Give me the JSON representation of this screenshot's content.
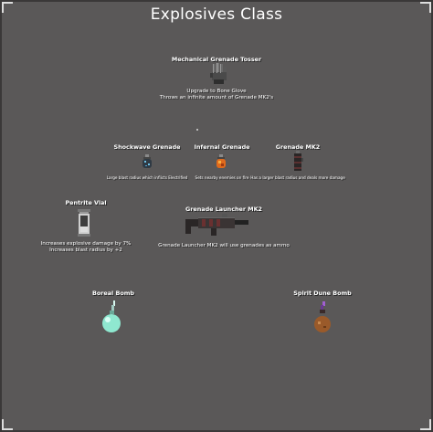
{
  "header": {
    "title": "Explosives Class"
  },
  "items": {
    "tosser": {
      "name": "Mechanical Grenade Tosser",
      "desc1": "Upgrade to Bone Glove",
      "desc2": "Throws an infinite amount of Grenade MK2's",
      "icon": "mechanical-glove-icon"
    },
    "shockwave": {
      "name": "Shockwave Grenade",
      "desc": "Large blast radius which inflicts Electrified",
      "icon": "shockwave-grenade-icon"
    },
    "infernal": {
      "name": "Infernal Grenade",
      "desc": "Sets nearby enemies on fire",
      "icon": "infernal-grenade-icon"
    },
    "mk2": {
      "name": "Grenade MK2",
      "desc": "Has a larger blast radius and deals more damage",
      "icon": "grenade-mk2-icon"
    },
    "vial": {
      "name": "Pentrite Vial",
      "desc1": "Increases explosive damage by 7%",
      "desc2": "Increases blast radius by +2",
      "icon": "pentrite-vial-icon"
    },
    "launcher": {
      "name": "Grenade Launcher MK2",
      "desc": "Grenade Launcher MK2 will use grenades as ammo",
      "icon": "grenade-launcher-icon"
    },
    "boreal": {
      "name": "Boreal Bomb",
      "icon": "boreal-bomb-icon"
    },
    "spirit": {
      "name": "Spirit Dune Bomb",
      "icon": "spirit-dune-bomb-icon"
    }
  },
  "colors": {
    "background": "#5a5858",
    "text": "#ffffff",
    "boreal": "#8fe8d0",
    "spirit": "#9a5a2a",
    "infernal": "#e06a1c"
  }
}
